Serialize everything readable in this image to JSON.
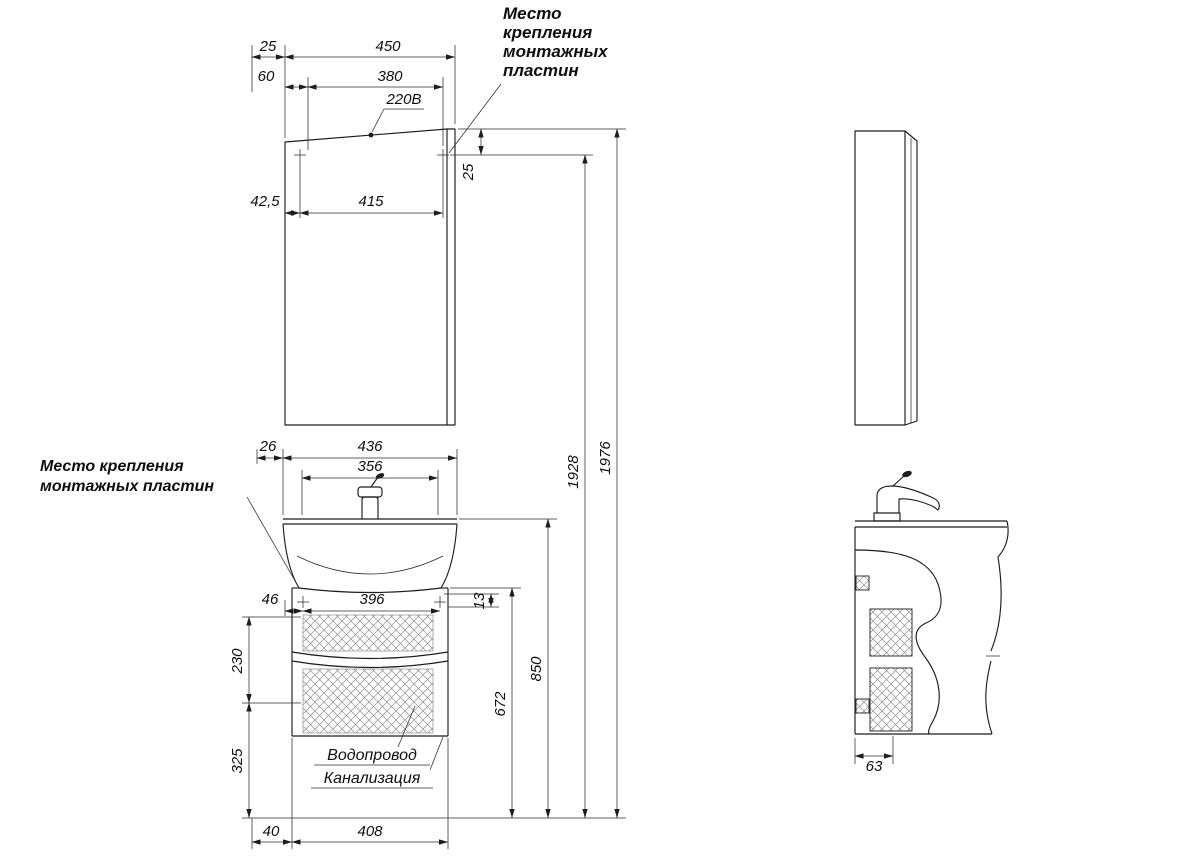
{
  "annotations": {
    "mounting_plates_top": [
      "Место",
      "крепления",
      "монтажных",
      "пластин"
    ],
    "mounting_plates_left": [
      "Место крепления",
      "монтажных пластин"
    ],
    "water_supply": "Водопровод",
    "sewerage": "Канализация",
    "power_outlet": "220В"
  },
  "dims": {
    "mirror_edge_offset": "25",
    "mirror_width": "450",
    "mirror_mount_offset": "60",
    "mirror_mount_span": "380",
    "mirror_plate_offset": "42,5",
    "mirror_plate_span": "415",
    "mirror_plate_drop": "25",
    "mount_height": "1928",
    "total_height": "1976",
    "vanity_edge_offset": "26",
    "vanity_width": "436",
    "vanity_basin_span": "356",
    "vanity_plate_offset": "46",
    "vanity_plate_span": "396",
    "vanity_plate_drop": "13",
    "pipe_zone_height": "230",
    "pipe_zone_bottom": "325",
    "vanity_bottom_offset": "40",
    "vanity_bottom_span": "408",
    "cabinet_height": "672",
    "vanity_total_height": "850",
    "side_bracket_depth": "63"
  },
  "colors": {
    "line": "#1d1d1d",
    "hatch": "#8f8f8f",
    "background": "#ffffff"
  }
}
